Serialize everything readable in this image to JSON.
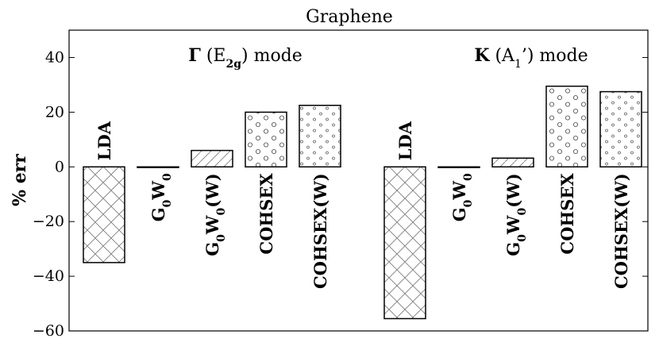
{
  "chart_data": {
    "type": "bar",
    "title": "Graphene",
    "ylabel": "% err",
    "ylim": [
      -60,
      50
    ],
    "yticks": [
      40,
      20,
      0,
      -20,
      -40,
      -60
    ],
    "ytick_labels": [
      "40",
      "20",
      "0",
      "−20",
      "−40",
      "−60"
    ],
    "groups": [
      {
        "name": "Γ (E2g) mode",
        "name_parts": {
          "sym": "Γ",
          "open": " (E",
          "sub": "2g",
          "close": ") mode"
        },
        "categories": [
          "LDA",
          "G0W0",
          "G0W0(W)",
          "COHSEX",
          "COHSEX(W)"
        ],
        "values": [
          -35,
          0,
          6,
          20,
          22.5
        ]
      },
      {
        "name": "K (A1’) mode",
        "name_parts": {
          "sym": "K",
          "open": " (A",
          "sub": "1",
          "close": "’) mode"
        },
        "categories": [
          "LDA",
          "G0W0",
          "G0W0(W)",
          "COHSEX",
          "COHSEX(W)"
        ],
        "values": [
          -55.5,
          0,
          3.2,
          29.5,
          27.5
        ]
      }
    ],
    "bar_labels": [
      {
        "base": "LDA",
        "parts": []
      },
      {
        "base": "",
        "parts": [
          [
            "G",
            ""
          ],
          [
            "0",
            "sub"
          ],
          [
            "W",
            ""
          ],
          [
            "0",
            "sub"
          ]
        ]
      },
      {
        "base": "",
        "parts": [
          [
            "G",
            ""
          ],
          [
            "0",
            "sub"
          ],
          [
            "W",
            ""
          ],
          [
            "0",
            "sub"
          ],
          [
            "(W)",
            ""
          ]
        ]
      },
      {
        "base": "COHSEX",
        "parts": []
      },
      {
        "base": "COHSEX(W)",
        "parts": []
      }
    ],
    "hatches": [
      "crosshatch",
      "none",
      "diagonal",
      "large-circles",
      "small-circles"
    ],
    "grid": false,
    "legend": "none"
  }
}
